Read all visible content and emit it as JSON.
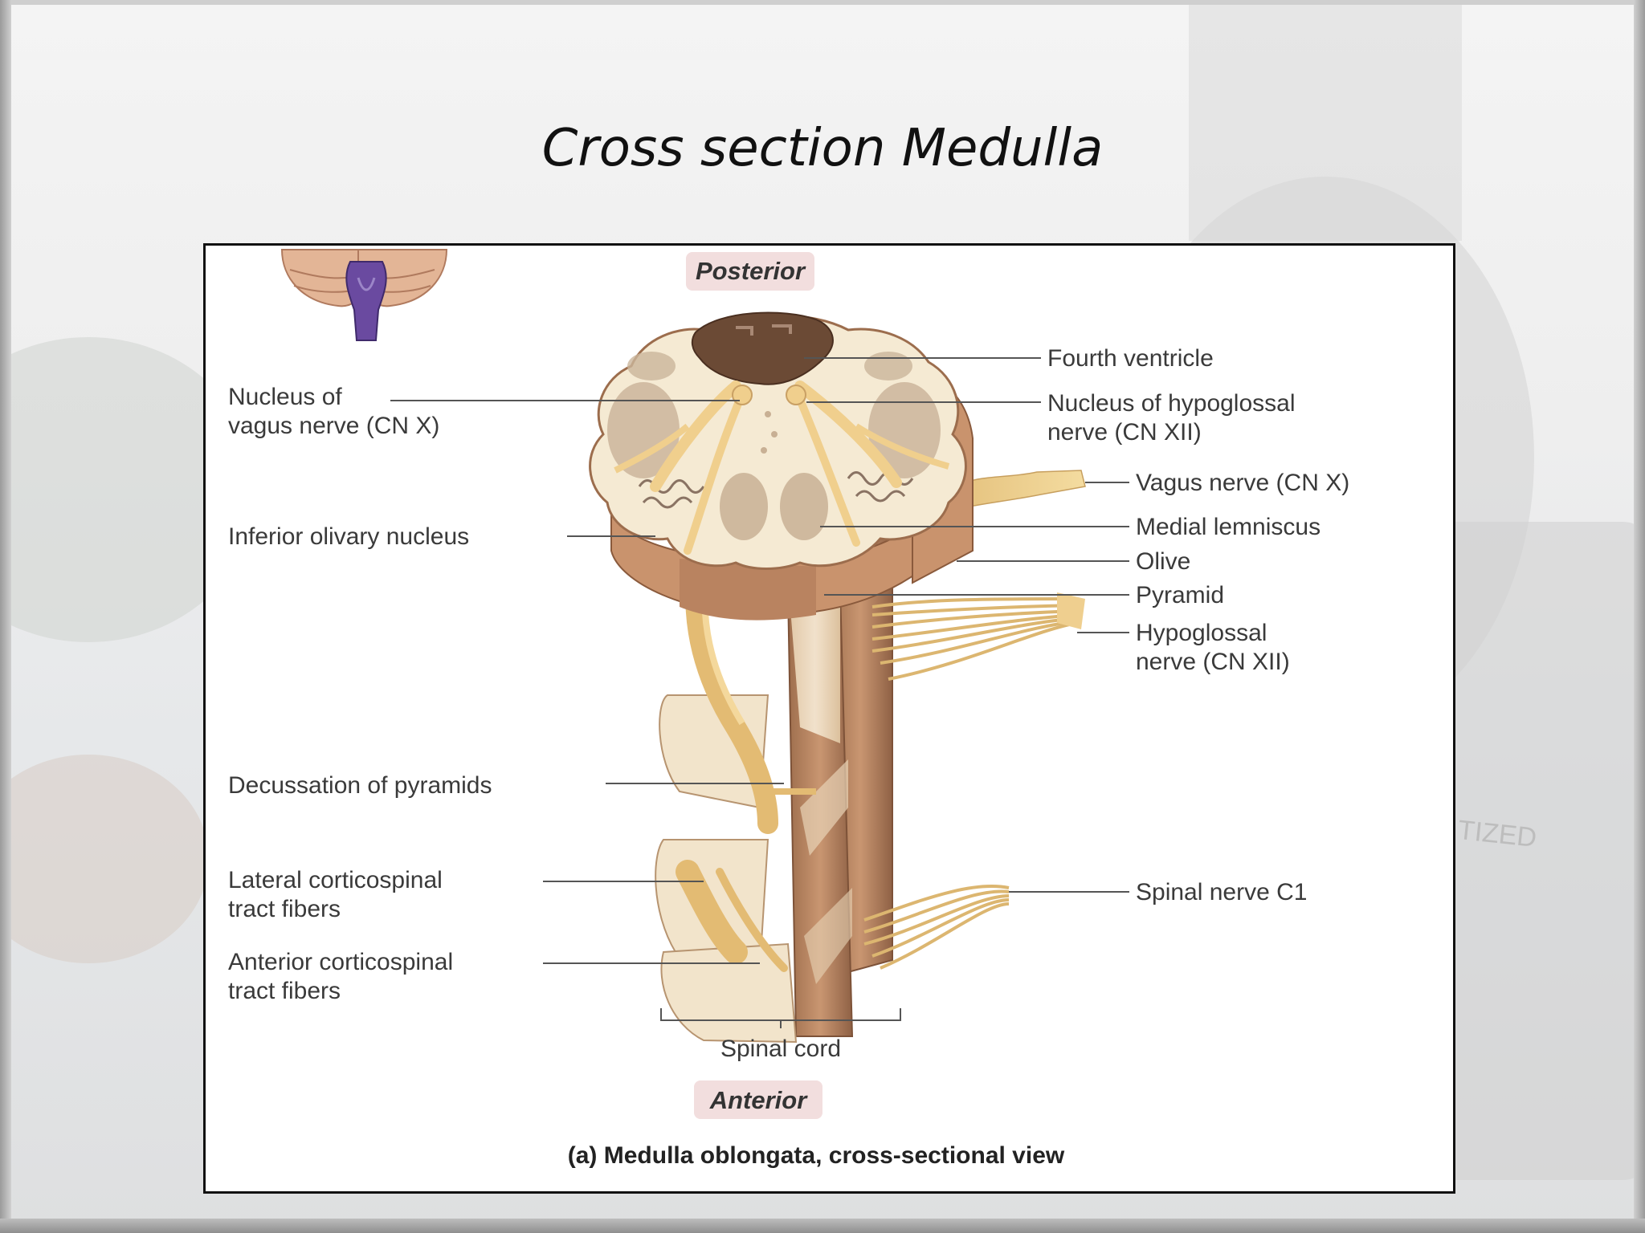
{
  "slide": {
    "title": "Cross section Medulla"
  },
  "figure": {
    "posterior_label": "Posterior",
    "anterior_label": "Anterior",
    "caption": "(a) Medulla oblongata, cross-sectional view",
    "spinal_cord_label": "Spinal cord",
    "labels_left": {
      "vagus_nucleus_line1": "Nucleus of",
      "vagus_nucleus_line2": "vagus nerve (CN X)",
      "inferior_olivary": "Inferior olivary nucleus",
      "decussation": "Decussation of pyramids",
      "lateral_cst_line1": "Lateral corticospinal",
      "lateral_cst_line2": "tract fibers",
      "anterior_cst_line1": "Anterior corticospinal",
      "anterior_cst_line2": "tract fibers"
    },
    "labels_right": {
      "fourth_ventricle": "Fourth ventricle",
      "hypoglossal_nucleus_line1": "Nucleus of hypoglossal",
      "hypoglossal_nucleus_line2": "nerve (CN XII)",
      "vagus_nerve": "Vagus nerve (CN X)",
      "medial_lemniscus": "Medial lemniscus",
      "olive": "Olive",
      "pyramid": "Pyramid",
      "hypoglossal_nerve_line1": "Hypoglossal",
      "hypoglossal_nerve_line2": "nerve (CN XII)",
      "spinal_nerve_c1": "Spinal nerve C1"
    }
  },
  "watermark": {
    "text": "TIZED"
  },
  "colors": {
    "tissue_light": "#f3e6cc",
    "tissue_mid": "#d9b68a",
    "tissue_dark": "#a8714b",
    "nerve": "#efcf8f",
    "gray_matter": "#c9b39a",
    "ventricle": "#6b4a35",
    "brainstem_inset": "#6a4aa0"
  }
}
